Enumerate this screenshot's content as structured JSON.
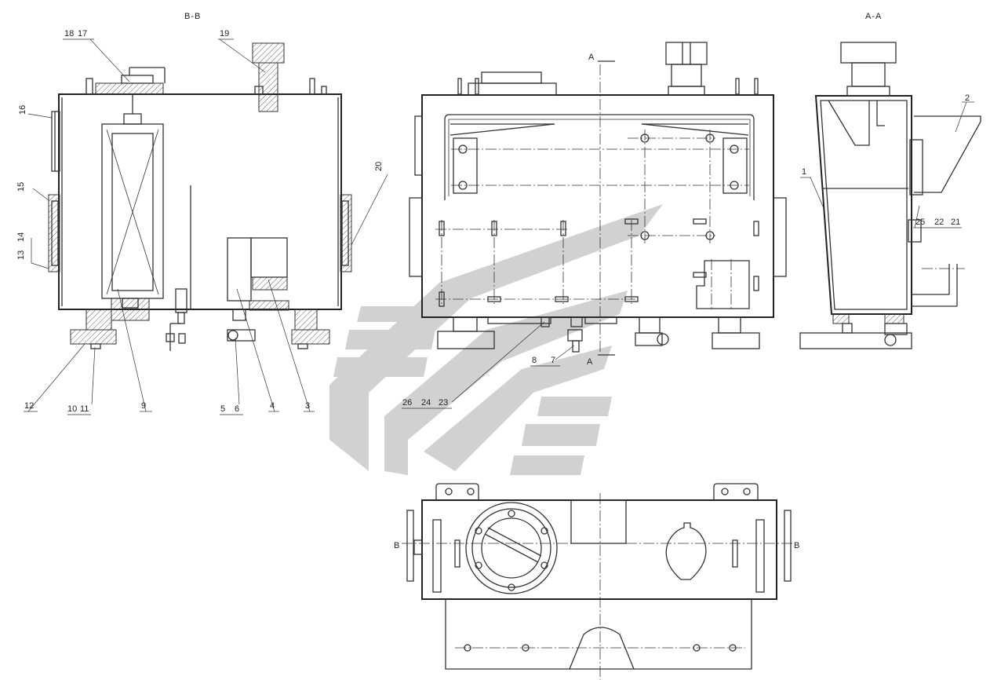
{
  "sections": {
    "bb": "B-B",
    "aa": "A-A",
    "a_mark": "A",
    "b_mark": "B"
  },
  "parts": {
    "p1": "1",
    "p2": "2",
    "p3": "3",
    "p4": "4",
    "p5": "5",
    "p6": "6",
    "p7": "7",
    "p8": "8",
    "p9": "9",
    "p10": "10",
    "p11": "11",
    "p12": "12",
    "p13": "13",
    "p14": "14",
    "p15": "15",
    "p16": "16",
    "p17": "17",
    "p18": "18",
    "p19": "19",
    "p20": "20",
    "p21": "21",
    "p22": "22",
    "p23": "23",
    "p24": "24",
    "p25": "25",
    "p26": "26"
  },
  "colors": {
    "line": "#333333",
    "watermark": "#c9c9c9"
  }
}
